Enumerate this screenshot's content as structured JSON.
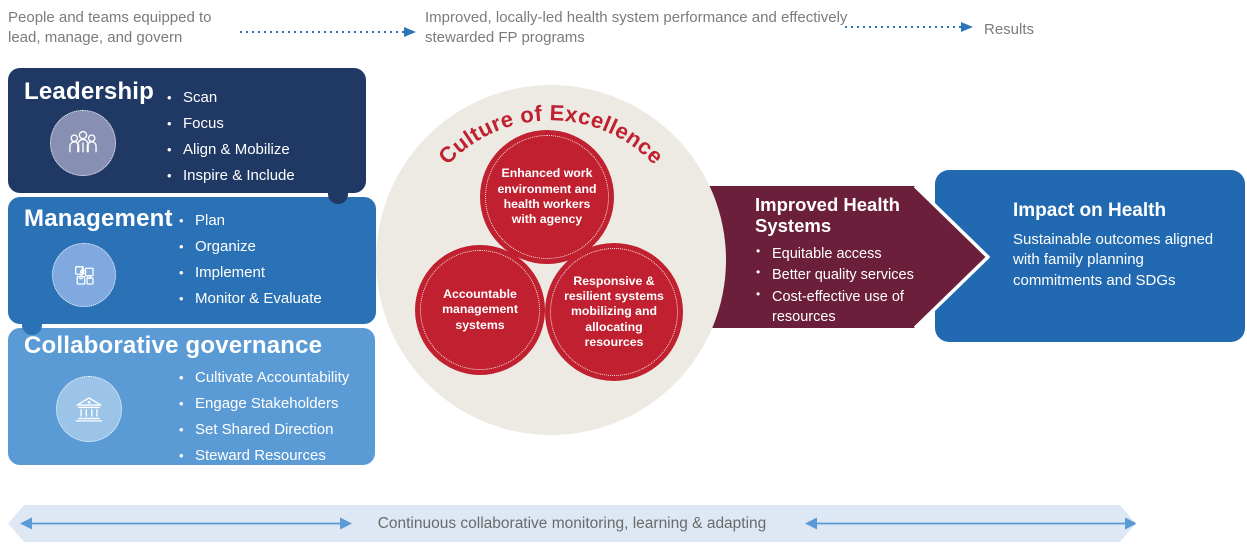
{
  "top_flow": {
    "input_label": "People and teams equipped to lead, manage, and govern",
    "output_label": "Improved, locally-led health system performance and effectively stewarded FP programs",
    "results_label": "Results"
  },
  "boxes": {
    "leadership": {
      "title": "Leadership",
      "icon": "people-group-icon",
      "items": [
        "Scan",
        "Focus",
        "Align & Mobilize",
        "Inspire & Include"
      ]
    },
    "management": {
      "title": "Management",
      "icon": "puzzle-pieces-icon",
      "items": [
        "Plan",
        "Organize",
        "Implement",
        "Monitor & Evaluate"
      ]
    },
    "governance": {
      "title": "Collaborative governance",
      "icon": "government-building-icon",
      "items": [
        "Cultivate Accountability",
        "Engage Stakeholders",
        "Set Shared Direction",
        "Steward Resources"
      ]
    }
  },
  "culture": {
    "arc_label": "Culture of Excellence",
    "circles": [
      "Enhanced work environment and health workers with agency",
      "Accountable management systems",
      "Responsive & resilient systems mobilizing and allocating resources"
    ]
  },
  "improved_health_systems": {
    "title": "Improved Health Systems",
    "items": [
      "Equitable access",
      "Better quality services",
      "Cost-effective use of resources"
    ]
  },
  "impact": {
    "title": "Impact on Health",
    "description": "Sustainable outcomes aligned with family planning commitments and SDGs"
  },
  "bottom_bar": {
    "label": "Continuous collaborative monitoring, learning & adapting"
  },
  "colors": {
    "leadership_navy": "#1F3864",
    "management_blue": "#2A72B5",
    "governance_blue": "#5B9BD5",
    "impact_blue": "#2169B0",
    "maroon": "#6B1F3A",
    "red": "#C0202F",
    "culture_circle_gray": "#EDEAE4",
    "bottom_bar_blue": "#DEE8F4",
    "dotted_arrow_blue": "#2E75B6",
    "gray_text": "#7B7B7B"
  }
}
